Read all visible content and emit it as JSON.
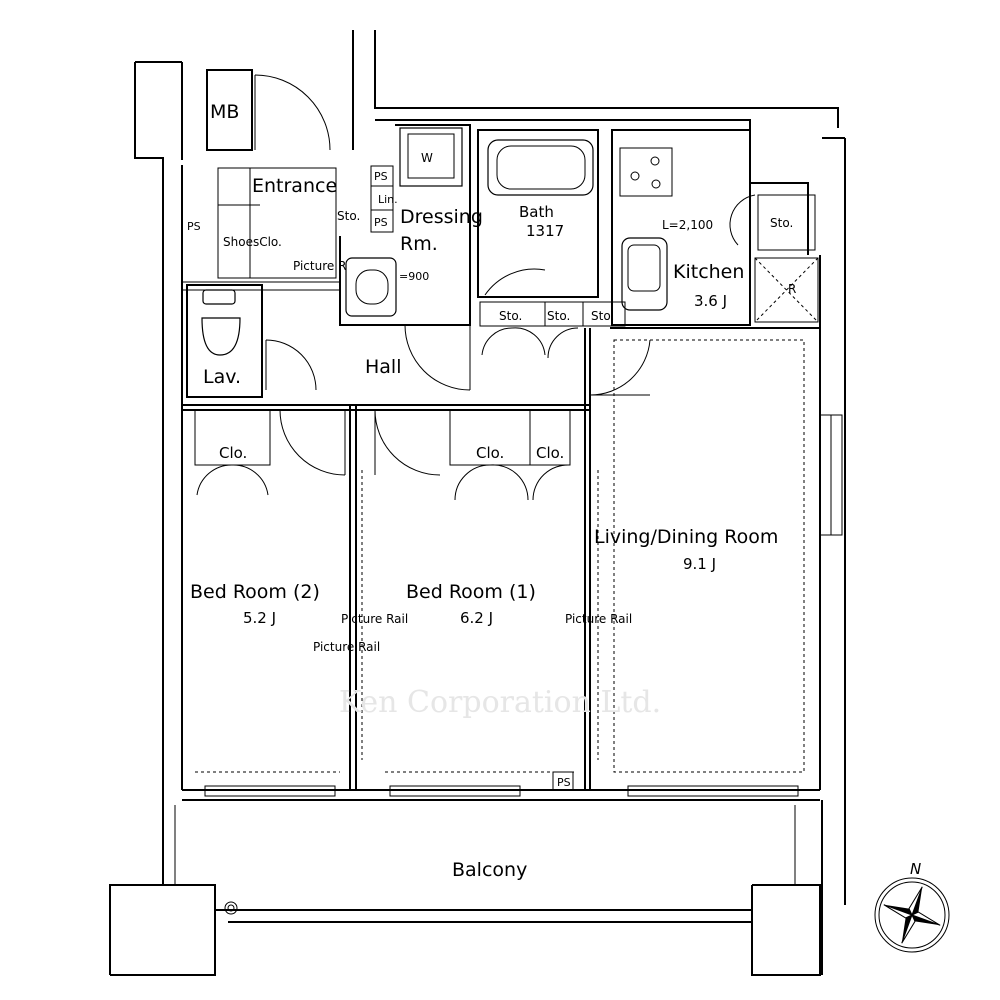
{
  "watermark": "Ken Corporation Ltd.",
  "rooms": {
    "mb": "MB",
    "entrance": "Entrance",
    "ps_left": "PS",
    "ps_top": "PS",
    "ps_mid": "PS",
    "ps_bottom": "PS",
    "lin": "Lin.",
    "sto_entrance": "Sto.",
    "shoes_clo": "ShoesClo.",
    "picture_rail_entrance": "Picture Rail",
    "dressing_1": "Dressing",
    "dressing_2": "Rm.",
    "washer": "W",
    "w900": "=900",
    "bath": "Bath",
    "bath_size": "1317",
    "kitchen": "Kitchen",
    "kitchen_size": "3.6 J",
    "kitchen_len": "L=2,100",
    "kitchen_sto": "Sto.",
    "fridge": "R",
    "sto_hall_1": "Sto.",
    "sto_hall_2": "Sto.",
    "sto_hall_3": "Sto.",
    "hall": "Hall",
    "lav": "Lav.",
    "clo_bed2": "Clo.",
    "clo_bed1_a": "Clo.",
    "clo_bed1_b": "Clo.",
    "bed2": "Bed Room (2)",
    "bed2_size": "5.2 J",
    "bed1": "Bed Room (1)",
    "bed1_size": "6.2 J",
    "picture_rail_bed2": "Picture Rail",
    "picture_rail_bed1": "Picture Rail",
    "picture_rail_living": "Picture Rail",
    "living": "Living/Dining Room",
    "living_size": "9.1 J",
    "balcony": "Balcony"
  },
  "compass": {
    "north": "N"
  }
}
